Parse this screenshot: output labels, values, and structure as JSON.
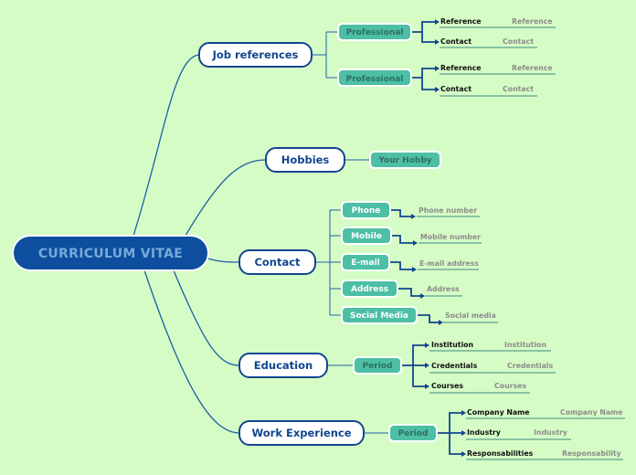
{
  "root": "CURRICULUM VITAE",
  "job_references": {
    "label": "Job references",
    "groups": [
      {
        "label": "Professional",
        "rows": [
          {
            "label": "Reference",
            "value": "Reference"
          },
          {
            "label": "Contact",
            "value": "Contact"
          }
        ]
      },
      {
        "label": "Professional",
        "rows": [
          {
            "label": "Reference",
            "value": "Reference"
          },
          {
            "label": "Contact",
            "value": "Contact"
          }
        ]
      }
    ]
  },
  "hobbies": {
    "label": "Hobbies",
    "item": "Your Hobby"
  },
  "contact": {
    "label": "Contact",
    "items": [
      {
        "label": "Phone",
        "value": "Phone number"
      },
      {
        "label": "Mobile",
        "value": "Mobile number"
      },
      {
        "label": "E-mail",
        "value": "E-mail address"
      },
      {
        "label": "Address",
        "value": "Address"
      },
      {
        "label": "Social Media",
        "value": "Social media"
      }
    ]
  },
  "education": {
    "label": "Education",
    "group": "Period",
    "rows": [
      {
        "label": "Institution",
        "value": "Institution"
      },
      {
        "label": "Credentials",
        "value": "Credentials"
      },
      {
        "label": "Courses",
        "value": "Courses"
      }
    ]
  },
  "work_experience": {
    "label": "Work Experience",
    "group": "Period",
    "rows": [
      {
        "label": "Company Name",
        "value": "Company Name"
      },
      {
        "label": "Industry",
        "value": "Industry"
      },
      {
        "label": "Responsabilities",
        "value": "Responsability"
      }
    ]
  }
}
